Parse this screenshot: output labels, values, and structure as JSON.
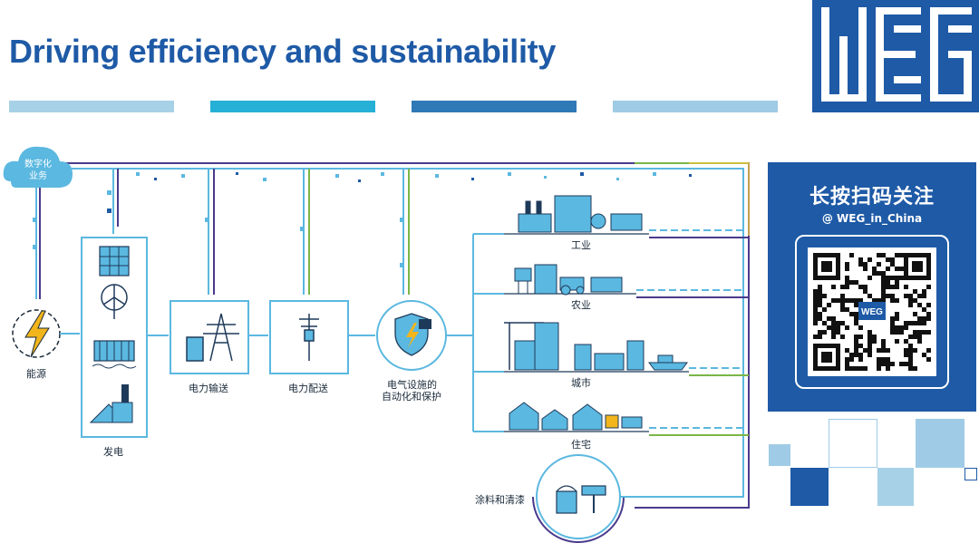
{
  "header": {
    "title": "Driving efficiency and sustainability",
    "bar_colors": [
      "#a7d1e6",
      "#27b0d6",
      "#2f79b6",
      "#9fcbe6"
    ]
  },
  "brand": {
    "logo_text": "WEG",
    "color": "#1e5aa6"
  },
  "cloud": {
    "label_line1": "数字化",
    "label_line2": "业务"
  },
  "nodes": {
    "energy": "能源",
    "generation": "发电",
    "transmission": "电力输送",
    "distribution": "电力配送",
    "automation_line1": "电气设施的",
    "automation_line2": "自动化和保护",
    "industry": "工业",
    "agriculture": "农业",
    "city": "城市",
    "residential": "住宅",
    "coatings": "涂料和清漆"
  },
  "qr": {
    "title": "长按扫码关注",
    "handle": "@ WEG_in_China",
    "center_badge": "WEG"
  },
  "colors": {
    "line_light": "#5bb8e0",
    "line_purple": "#4a3a8c",
    "line_green": "#7ab648",
    "dark_blue": "#1e5aa6"
  },
  "icons": [
    "cloud-icon",
    "lightning-icon",
    "solar-panel-icon",
    "wind-turbine-icon",
    "dam-icon",
    "coal-plant-icon",
    "transmission-tower-icon",
    "distribution-pole-icon",
    "shield-lock-icon",
    "factory-icon",
    "farm-icon",
    "city-icon",
    "house-icon",
    "paint-bucket-icon"
  ]
}
